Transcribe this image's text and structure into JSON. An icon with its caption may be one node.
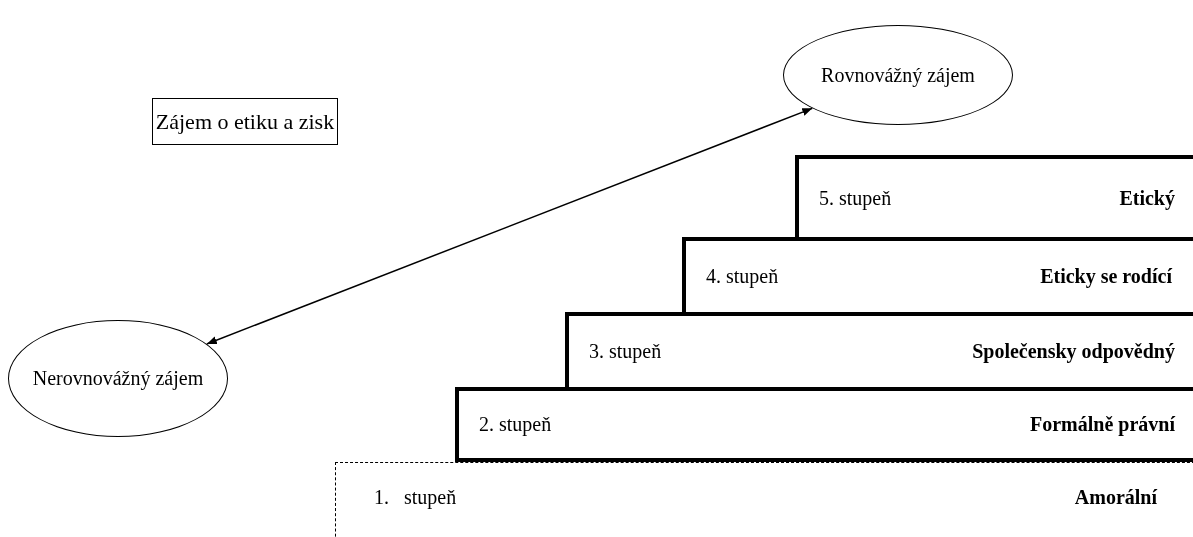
{
  "diagram": {
    "nodes": [
      {
        "text": [
          "Rovnovážný zájem"
        ]
      },
      {
        "text": [
          "Zájem o etiku a zisk"
        ]
      },
      {
        "text": [
          "5. stupeň",
          "Etický"
        ]
      },
      {
        "text": [
          "4. stupeň",
          "Eticky se rodící"
        ]
      },
      {
        "text": [
          "3. stupeň",
          "Společensky odpovědný"
        ]
      },
      {
        "text": [
          "2. stupeň",
          "Formálně právní"
        ]
      },
      {
        "text": [
          "Nerovnovážný zájem"
        ]
      },
      {
        "text": [
          "1.   stupeň",
          "Amorální"
        ]
      }
    ],
    "edges": [
      {
        "from": 6,
        "to": 0,
        "arrow": "both"
      }
    ]
  }
}
